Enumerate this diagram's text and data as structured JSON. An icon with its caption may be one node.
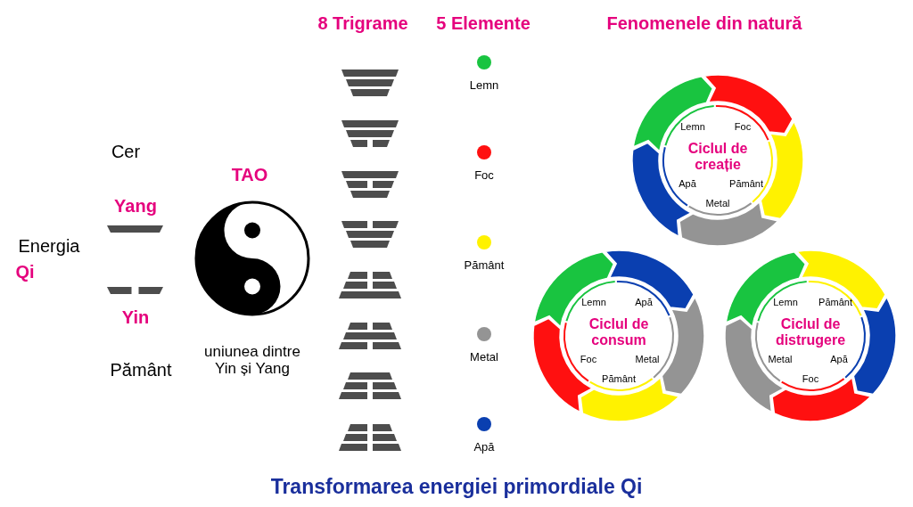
{
  "diagram": {
    "caption": "Transformarea energiei primordiale Qi",
    "nodes": [
      {
        "text": [
          "Lemn",
          "Foc",
          "Ciclul de creație",
          "Apă",
          "Pământ",
          "Metal"
        ]
      },
      {
        "text": [
          "Lemn",
          "Apă",
          "Ciclul de consum",
          "Foc",
          "Metal",
          "Pământ"
        ]
      },
      {
        "text": [
          "Lemn",
          "Pământ",
          "Ciclul de distrugere",
          "Metal",
          "Apă",
          "Foc"
        ]
      }
    ],
    "edges": [],
    "labels": [
      "8 Trigrame",
      "5 Elemente",
      "Fenomenele din natură",
      "Cer",
      "Yang",
      "TAO",
      "Energia",
      "Qi",
      "Yin",
      "Pământ",
      "uniunea dintre Yin și Yang"
    ],
    "legend": [
      {
        "text": "Lemn",
        "color": "#19c440"
      },
      {
        "text": "Foc",
        "color": "#ff1010"
      },
      {
        "text": "Pământ",
        "color": "#fff200"
      },
      {
        "text": "Metal",
        "color": "#949494"
      },
      {
        "text": "Apă",
        "color": "#0a3fb0"
      }
    ]
  }
}
